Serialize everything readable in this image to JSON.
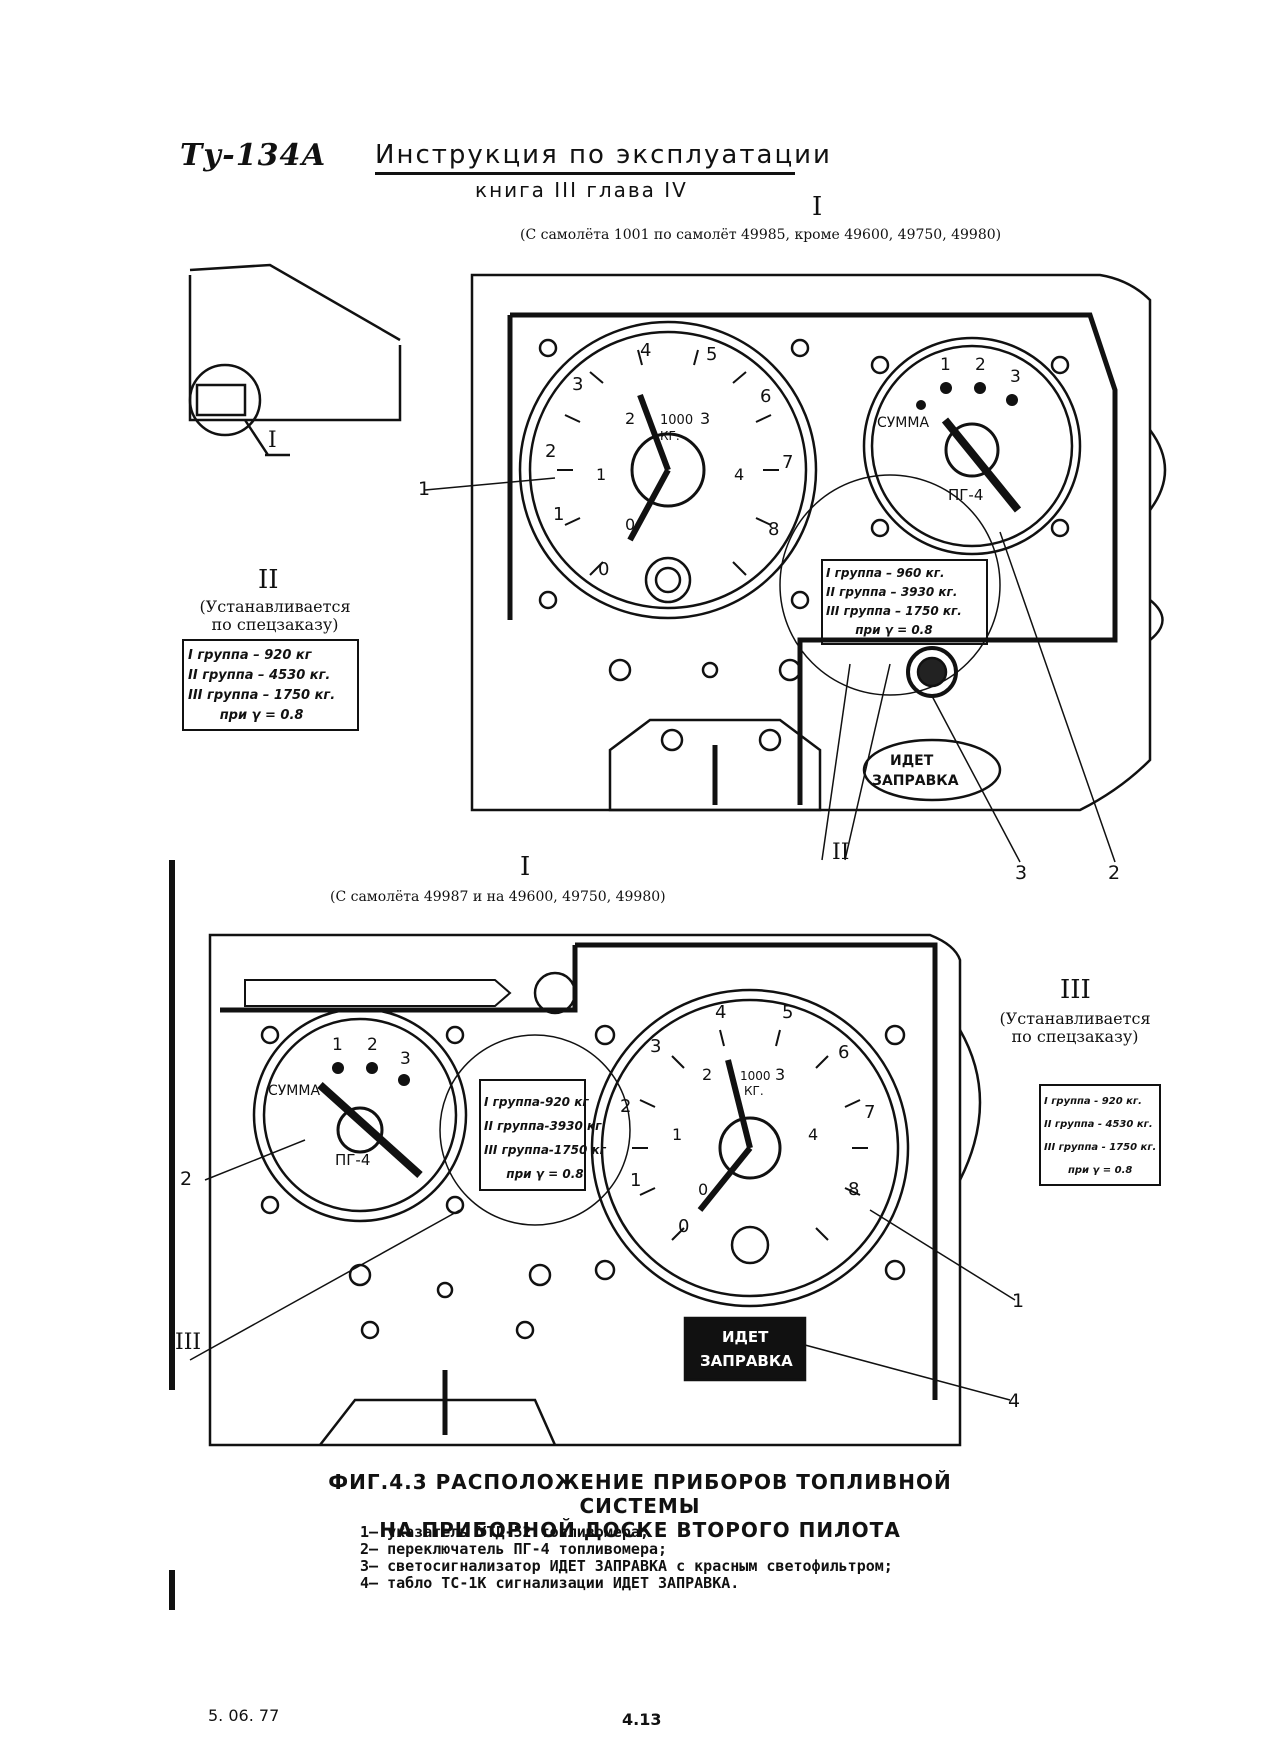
{
  "header": {
    "logo": "Ту-134А",
    "title": "Инструкция   по   эксплуатации",
    "subtitle": "книга III    глава IV"
  },
  "top_view": {
    "roman": "I",
    "note": "(С самолёта 1001 по самолёт 49985, кроме 49600, 49750, 49980)",
    "inset_label": "I",
    "tablo": [
      "ИДЕТ",
      "ЗАПРАВКА"
    ],
    "plate": [
      "I группа  –    960 кг.",
      "II группа  – 3930 кг.",
      "III группа  – 1750 кг.",
      "при γ = 0.8"
    ],
    "callouts": [
      "1",
      "2",
      "3",
      "II"
    ]
  },
  "option_ii": {
    "roman": "II",
    "note": [
      "(Устанавливается",
      "по спецзаказу)"
    ],
    "plate": [
      "I группа –   920 кг",
      "II группа – 4530 кг.",
      "III группа – 1750 кг.",
      "при γ = 0.8"
    ]
  },
  "bottom_view": {
    "roman": "I",
    "note": "(С самолёта 49987 и на 49600, 49750, 49980)",
    "tablo": [
      "ИДЕТ",
      "ЗАПРАВКА"
    ],
    "plate": [
      "I группа-920 кг",
      "II группа-3930 кг",
      "III группа-1750 кг",
      "при γ = 0.8"
    ],
    "callouts": [
      "2",
      "1",
      "4",
      "III"
    ]
  },
  "option_iii": {
    "roman": "III",
    "note": [
      "(Устанавливается",
      "по спецзаказу)"
    ],
    "plate": [
      "I группа - 920 кг.",
      "II группа - 4530 кг.",
      "III группа - 1750 кг.",
      "при γ = 0.8"
    ]
  },
  "gauge": {
    "outer_scale": [
      "0",
      "1",
      "2",
      "3",
      "4",
      "5",
      "6",
      "7",
      "8"
    ],
    "inner_scale": [
      "0",
      "1",
      "2",
      "3",
      "4"
    ],
    "center_top": "1000",
    "center_unit": "КГ.",
    "switch_positions": [
      "1",
      "2",
      "3"
    ],
    "switch_label_sum": "СУММА",
    "switch_model": "ПГ-4"
  },
  "caption": {
    "line1": "ФИГ.4.3  РАСПОЛОЖЕНИЕ  ПРИБОРОВ  ТОПЛИВНОЙ  СИСТЕМЫ",
    "line2": "НА  ПРИБОРНОЙ  ДОСКЕ  ВТОРОГО  ПИЛОТА"
  },
  "legend": [
    "1– указатель УТД-52 топливомера;",
    "2– переключатель ПГ-4 топливомера;",
    "3– светосигнализатор ИДЕТ ЗАПРАВКА с красным светофильтром;",
    "4– табло ТС-1К сигнализации ИДЕТ ЗАПРАВКА."
  ],
  "footer": {
    "date": "5. 06. 77",
    "page": "4.13"
  }
}
